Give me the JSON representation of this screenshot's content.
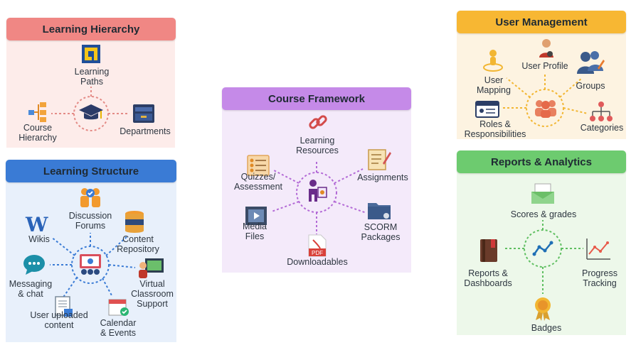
{
  "colors": {
    "red": "#f08784",
    "blue": "#3a7bd5",
    "purple": "#c58ae8",
    "yellow": "#f7b733",
    "green": "#6dcb6f",
    "connector": "#e48b86",
    "connector_blue": "#3a7bd5",
    "connector_purple": "#b36ad6",
    "connector_yellow": "#f2b632",
    "connector_green": "#5fbf61"
  },
  "learning_hierarchy": {
    "title": "Learning Hierarchy",
    "paths": "Learning\nPaths",
    "course_hierarchy": "Course\nHierarchy",
    "departments": "Departments"
  },
  "learning_structure": {
    "title": "Learning Structure",
    "discussion": "Discussion\nForums",
    "wikis": "Wikis",
    "content_repo": "Content\nRepository",
    "messaging": "Messaging\n& chat",
    "virtual_classroom": "Virtual\nClassroom\nSupport",
    "user_uploaded": "User uploaded\ncontent",
    "calendar": "Calendar\n& Events"
  },
  "course_framework": {
    "title": "Course Framework",
    "learning_resources": "Learning\nResources",
    "quizzes": "Quizzes/\nAssessment",
    "assignments": "Assignments",
    "media": "Media\nFiles",
    "scorm": "SCORM\nPackages",
    "downloadables": "Downloadables"
  },
  "user_management": {
    "title": "User Management",
    "user_profile": "User Profile",
    "user_mapping": "User\nMapping",
    "groups": "Groups",
    "roles": "Roles &\nResponsibilities",
    "categories": "Categories"
  },
  "reports": {
    "title": "Reports & Analytics",
    "scores": "Scores & grades",
    "dashboards": "Reports &\nDashboards",
    "progress": "Progress\nTracking",
    "badges": "Badges"
  }
}
